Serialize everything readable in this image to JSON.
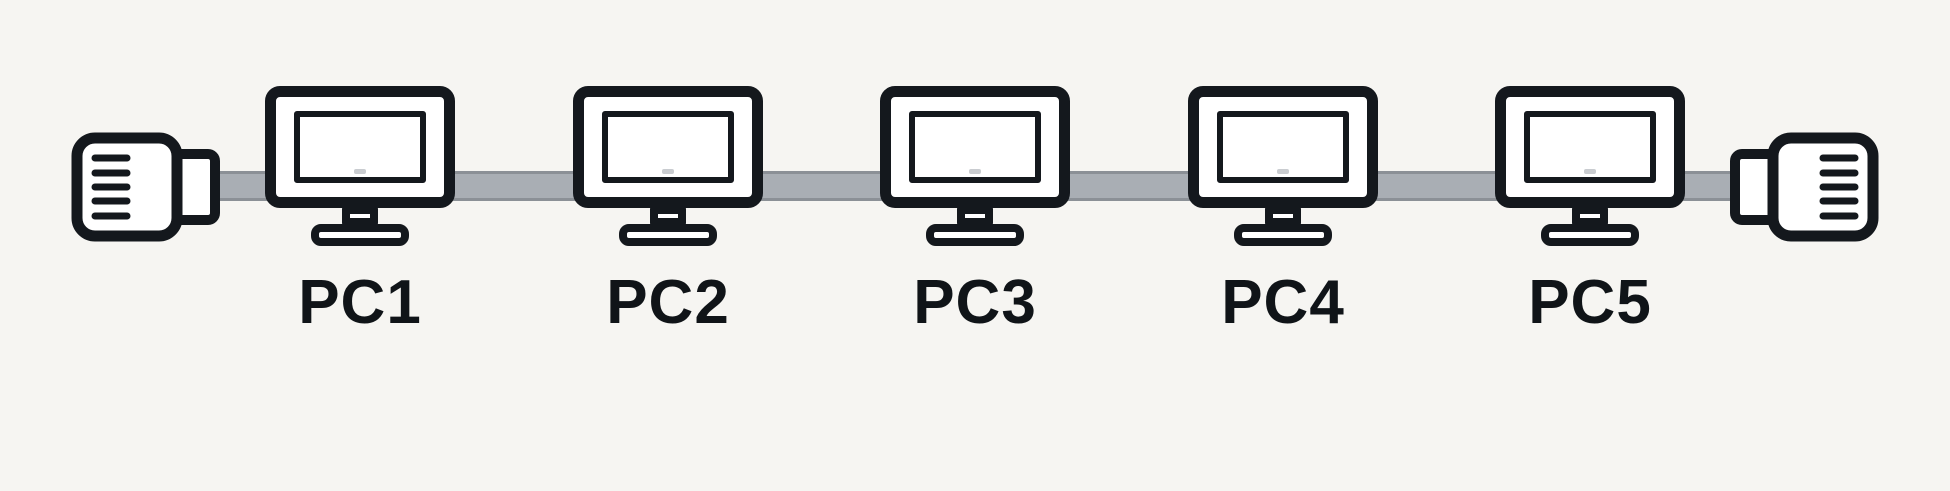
{
  "diagram": {
    "nodes": [
      {
        "icon": "desktop-computer-icon",
        "label": "PC1"
      },
      {
        "icon": "desktop-computer-icon",
        "label": "PC2"
      },
      {
        "icon": "desktop-computer-icon",
        "label": "PC3"
      },
      {
        "icon": "desktop-computer-icon",
        "label": "PC4"
      },
      {
        "icon": "desktop-computer-icon",
        "label": "PC5"
      }
    ],
    "terminators": [
      {
        "icon": "bus-terminator-left-icon"
      },
      {
        "icon": "bus-terminator-right-icon"
      }
    ],
    "colors": {
      "bg": "#f6f5f2",
      "outline": "#14181d",
      "bus": "#a9aeb4",
      "bus-edge": "#8b9096",
      "screen": "#ffffff",
      "label": "#101418"
    }
  }
}
